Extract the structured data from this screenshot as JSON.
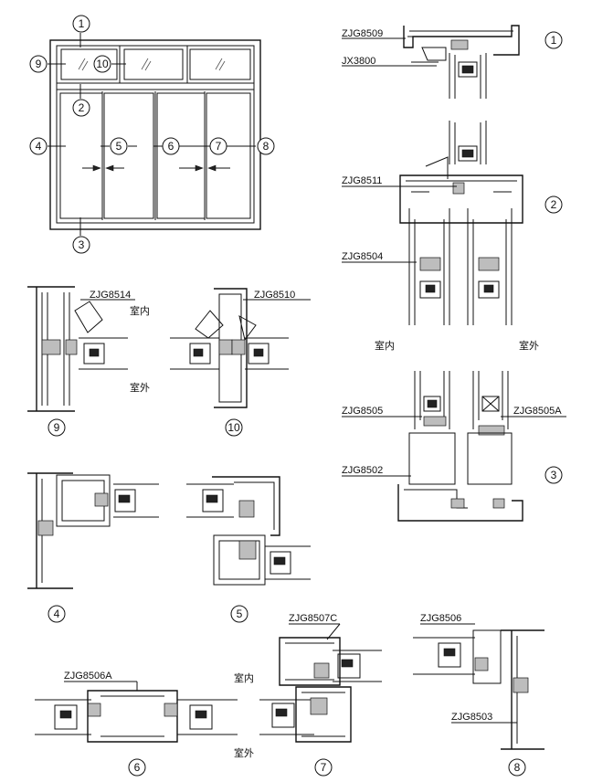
{
  "callouts": {
    "c1": "1",
    "c2": "2",
    "c3": "3",
    "c4": "4",
    "c5": "5",
    "c6": "6",
    "c7": "7",
    "c8": "8",
    "c9": "9",
    "c10": "10"
  },
  "sections": {
    "s1": {
      "number": "1",
      "labels": [
        "ZJG8509",
        "JX3800"
      ]
    },
    "s2": {
      "number": "2",
      "labels": [
        "ZJG8511",
        "ZJG8504"
      ],
      "indoor": "室内",
      "outdoor": "室外"
    },
    "s3": {
      "number": "3",
      "labels": [
        "ZJG8505",
        "ZJG8505A",
        "ZJG8502"
      ]
    },
    "s9": {
      "number": "9",
      "labels": [
        "ZJG8514"
      ],
      "indoor": "室内",
      "outdoor": "室外"
    },
    "s10": {
      "number": "10",
      "labels": [
        "ZJG8510"
      ]
    },
    "s4": {
      "number": "4"
    },
    "s5": {
      "number": "5"
    },
    "s6": {
      "number": "6",
      "labels": [
        "ZJG8506A"
      ]
    },
    "s7": {
      "number": "7",
      "labels": [
        "ZJG8507C"
      ],
      "indoor": "室内",
      "outdoor": "室外"
    },
    "s8": {
      "number": "8",
      "labels": [
        "ZJG8506",
        "ZJG8503"
      ]
    }
  }
}
